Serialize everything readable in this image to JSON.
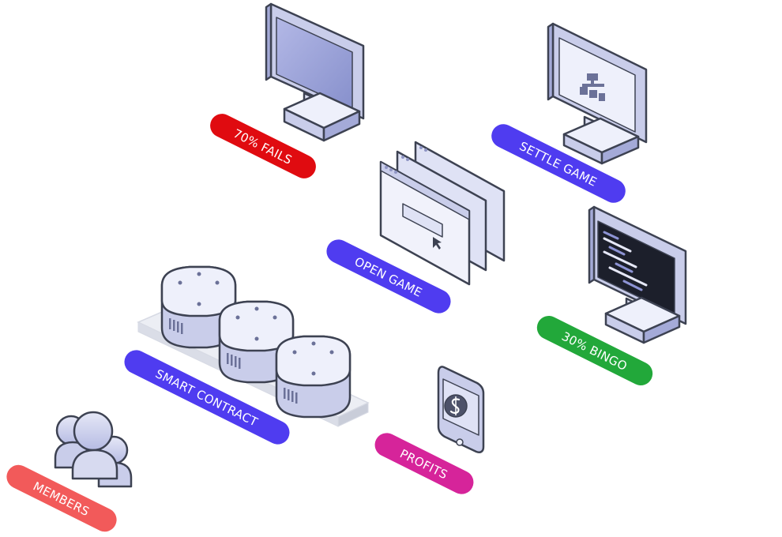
{
  "colors": {
    "outline": "#3d4252",
    "face_light": "#eef0fb",
    "face_mid": "#c9cdea",
    "face_dark": "#a4aad8",
    "screen": "#9aa1d6",
    "terminal": "#1c1f2b"
  },
  "nodes": {
    "fails": {
      "label": "70% FAILS",
      "color": "#e00b10",
      "icon": "monitor-icon"
    },
    "settle": {
      "label": "SETTLE GAME",
      "color": "#4f3cf0",
      "icon": "monitor-sitemap-icon"
    },
    "open": {
      "label": "OPEN GAME",
      "color": "#4f3cf0",
      "icon": "browser-windows-icon"
    },
    "bingo": {
      "label": "30% BINGO",
      "color": "#22a83a",
      "icon": "terminal-monitor-icon"
    },
    "contract": {
      "label": "SMART CONTRACT",
      "color": "#4f3cf0",
      "icon": "server-cubes-icon"
    },
    "profits": {
      "label": "PROFITS",
      "color": "#d6249a",
      "icon": "smartphone-icon"
    },
    "members": {
      "label": "MEMBERS",
      "color": "#f25a5a",
      "icon": "users-icon"
    }
  }
}
